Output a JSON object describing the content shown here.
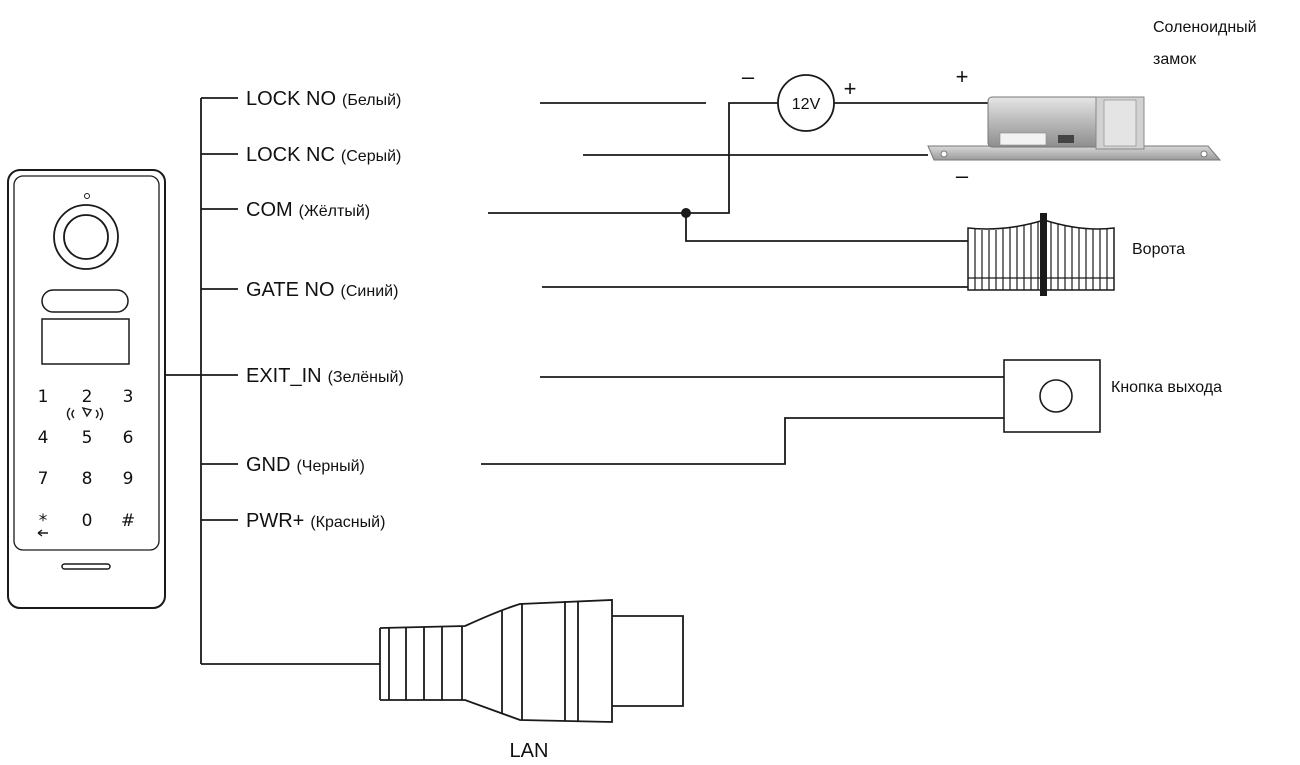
{
  "wires": [
    {
      "name": "LOCK NO",
      "color": "(Белый)"
    },
    {
      "name": "LOCK NC",
      "color": "(Серый)"
    },
    {
      "name": "COM",
      "color": "(Жёлтый)"
    },
    {
      "name": "GATE NO",
      "color": "(Синий)"
    },
    {
      "name": "EXIT_IN",
      "color": "(Зелёный)"
    },
    {
      "name": "GND",
      "color": "(Черный)"
    },
    {
      "name": "PWR+",
      "color": "(Красный)"
    }
  ],
  "power_supply": {
    "label": "12V",
    "minus": "–",
    "plus": "+"
  },
  "solenoid_lock": {
    "line1": "Соленоидный",
    "line2": "замок",
    "plus": "+",
    "minus": "–"
  },
  "gate": {
    "label": "Ворота"
  },
  "exit_button": {
    "label": "Кнопка выхода"
  },
  "lan": {
    "label": "LAN"
  },
  "keypad": {
    "keys": [
      "1",
      "2",
      "3",
      "4",
      "5",
      "6",
      "7",
      "8",
      "9",
      "*",
      "0",
      "#"
    ]
  }
}
